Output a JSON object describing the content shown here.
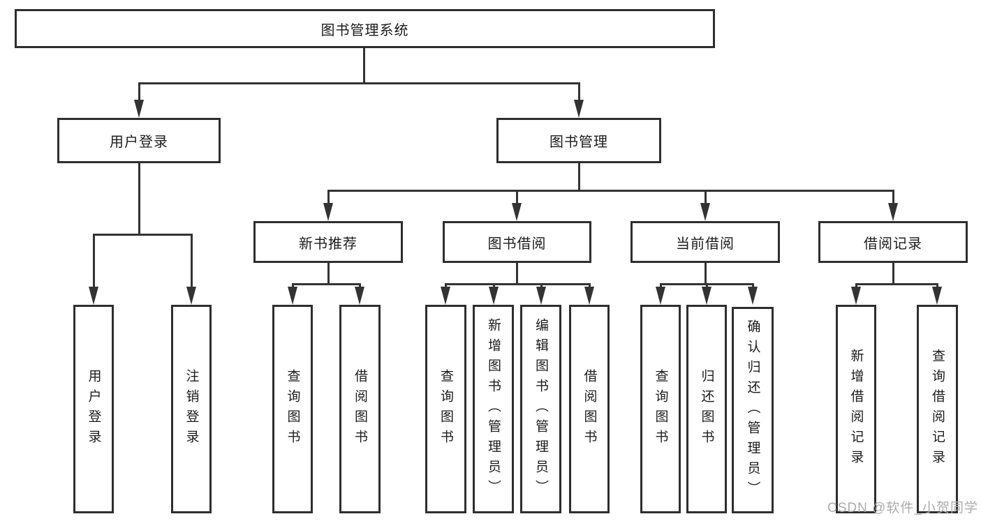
{
  "tree": {
    "root": {
      "label": "图书管理系统"
    },
    "user": {
      "label": "用户登录",
      "children": {
        "login": "用户登录",
        "logout": "注销登录"
      }
    },
    "mgmt": {
      "label": "图书管理",
      "recommend": {
        "label": "新书推荐",
        "children": {
          "query": "查询图书",
          "borrow": "借阅图书"
        }
      },
      "borrowing": {
        "label": "图书借阅",
        "children": {
          "query": "查询图书",
          "add": "新增图书（管理员）",
          "edit": "编辑图书（管理员）",
          "borrow": "借阅图书"
        }
      },
      "current": {
        "label": "当前借阅",
        "children": {
          "query": "查询图书",
          "return": "归还图书",
          "confirm": "确认归还（管理员）"
        }
      },
      "records": {
        "label": "借阅记录",
        "children": {
          "add": "新增借阅记录",
          "query": "查询借阅记录"
        }
      }
    }
  },
  "watermark": {
    "text": "CSDN @软件_小贺同学"
  },
  "colors": {
    "line": "#333333",
    "border": "#2e2e2e",
    "text": "#1c1c1c",
    "watermark": "#ababab",
    "background": "#ffffff"
  }
}
